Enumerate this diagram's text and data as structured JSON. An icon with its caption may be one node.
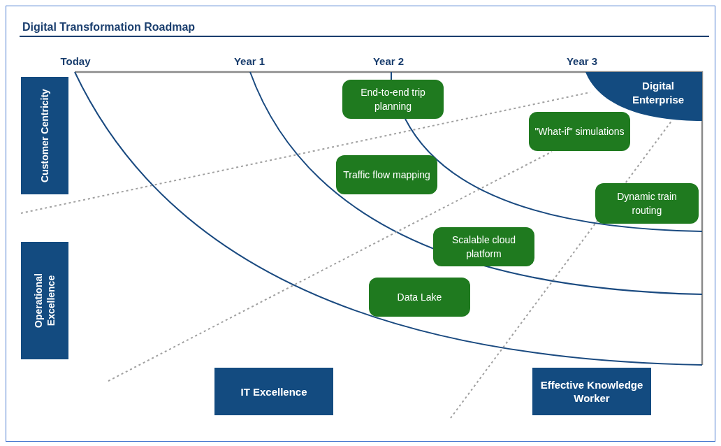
{
  "diagram": {
    "title": "Digital Transformation Roadmap",
    "nodes": [
      {
        "text": [
          "Digital Enterprise"
        ]
      },
      {
        "text": [
          "Customer Centricity"
        ]
      },
      {
        "text": [
          "End-to-end trip planning"
        ]
      },
      {
        "text": [
          "\"What-if\" simulations"
        ]
      },
      {
        "text": [
          "Traffic flow mapping"
        ]
      },
      {
        "text": [
          "Dynamic train routing"
        ]
      },
      {
        "text": [
          "Scalable cloud platform"
        ]
      },
      {
        "text": [
          "Operational Excellence"
        ]
      },
      {
        "text": [
          "Data Lake"
        ]
      },
      {
        "text": [
          "IT Excellence"
        ]
      },
      {
        "text": [
          "Effective Knowledge Worker"
        ]
      }
    ],
    "labels": [
      "Today",
      "Year 1",
      "Year 2",
      "Year 3"
    ]
  }
}
